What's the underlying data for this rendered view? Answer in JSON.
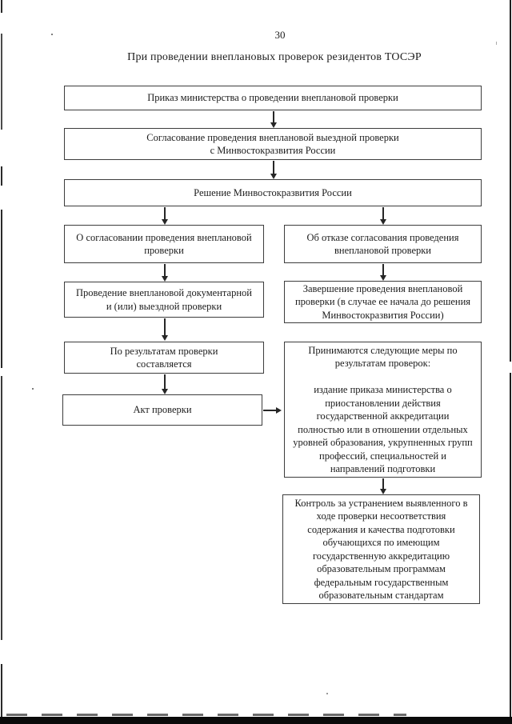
{
  "page": {
    "number": "30",
    "title": "При проведении внеплановых проверок резидентов ТОСЭР"
  },
  "flowchart": {
    "nodes": {
      "order": "Приказ министерства о проведении внеплановой проверки",
      "approval": "Согласование проведения внеплановой выездной проверки\nс Минвостокразвития России",
      "decision": "Решение Минвостокразвития России",
      "approved": "О согласовании проведения внеплановой\nпроверки",
      "refused": "Об отказе согласования проведения\nвнеплановой проверки",
      "conduct": "Проведение внеплановой документарной\nи (или) выездной проверки",
      "completion": "Завершение проведения внеплановой\nпроверки (в случае ее начала до решения\nМинвостокразвития России)",
      "results": "По результатам проверки\nсоставляется",
      "act": "Акт проверки",
      "measures": "Принимаются следующие меры по\nрезультатам проверок:\n\nиздание приказа министерства о\nприостановлении действия\nгосударственной аккредитации\nполностью или в отношении отдельных\nуровней образования, укрупненных групп\nпрофессий, специальностей и\nнаправлений подготовки",
      "control": "Контроль за устранением выявленного в\nходе проверки несоответствия\nсодержания и качества подготовки\nобучающихся по имеющим\nгосударственную аккредитацию\nобразовательным программам\nфедеральным государственным\nобразовательным стандартам"
    }
  },
  "colors": {
    "ink": "#1c1c1c",
    "box_border": "#3d3d3d",
    "paper": "#ffffff"
  }
}
